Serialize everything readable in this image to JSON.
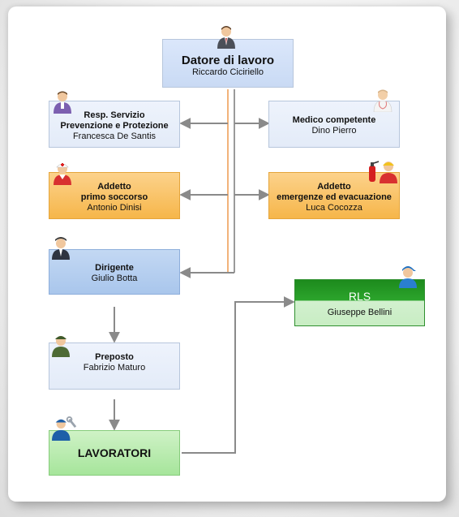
{
  "nodes": {
    "datore": {
      "title": "Datore di lavoro",
      "person": "Riccardo Ciciriello"
    },
    "rspp": {
      "title_line1": "Resp. Servizio",
      "title_line2": "Prevenzione e Protezione",
      "person": "Francesca De Santis"
    },
    "medico": {
      "title": "Medico competente",
      "person": "Dino Pierro"
    },
    "primo_soccorso": {
      "title_line1": "Addetto",
      "title_line2": "primo soccorso",
      "person": "Antonio Dinisi"
    },
    "emergenze": {
      "title_line1": "Addetto",
      "title_line2": "emergenze ed evacuazione",
      "person": "Luca Cocozza"
    },
    "dirigente": {
      "title": "Dirigente",
      "person": "Giulio Botta"
    },
    "preposto": {
      "title": "Preposto",
      "person": "Fabrizio Maturo"
    },
    "lavoratori": {
      "title": "LAVORATORI"
    },
    "rls": {
      "title": "RLS",
      "person": "Giuseppe Bellini"
    }
  },
  "icons": {
    "datore": "businessman-icon",
    "rspp": "safety-manager-icon",
    "medico": "doctor-icon",
    "primo_soccorso": "first-aid-worker-icon",
    "emergenze": "fire-extinguisher-icon",
    "dirigente": "manager-icon",
    "preposto": "supervisor-icon",
    "lavoratori": "worker-wrench-icon",
    "rls": "worker-cap-icon"
  },
  "colors": {
    "connector": "#8a8a8a",
    "trunk": "#f2b37a",
    "box_blue": "#c9daf4",
    "box_orange": "#f6b64a",
    "box_green": "#a6e59b",
    "box_green_dark": "#2ca52c"
  }
}
